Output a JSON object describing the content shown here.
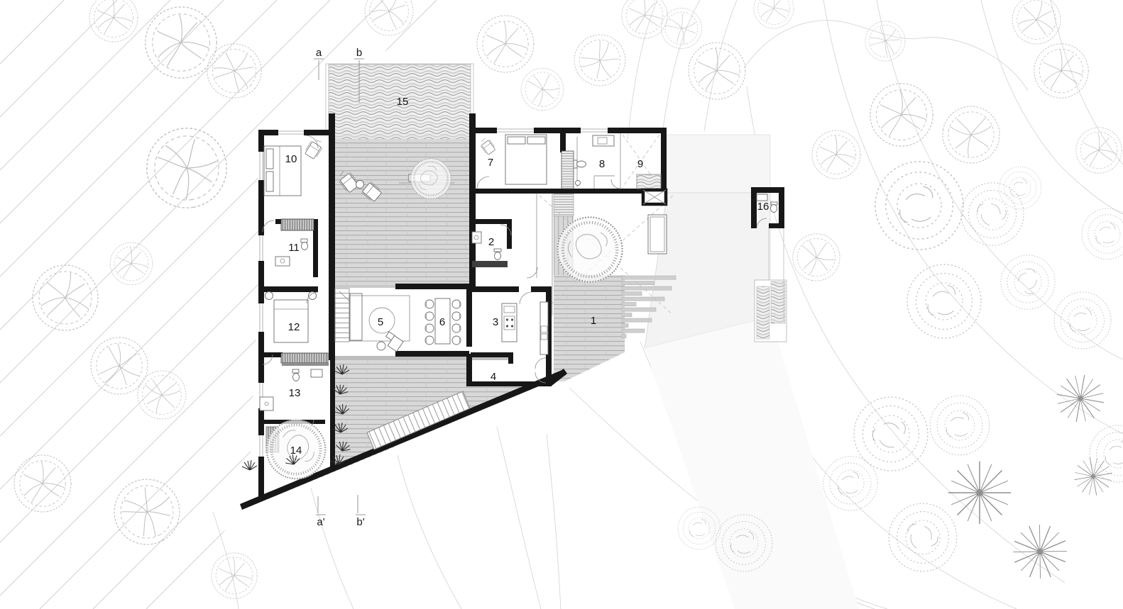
{
  "plan": {
    "room_labels": [
      {
        "id": "1",
        "label": "1"
      },
      {
        "id": "2",
        "label": "2"
      },
      {
        "id": "3",
        "label": "3"
      },
      {
        "id": "4",
        "label": "4"
      },
      {
        "id": "5",
        "label": "5"
      },
      {
        "id": "6",
        "label": "6"
      },
      {
        "id": "7",
        "label": "7"
      },
      {
        "id": "8",
        "label": "8"
      },
      {
        "id": "9",
        "label": "9"
      },
      {
        "id": "10",
        "label": "10"
      },
      {
        "id": "11",
        "label": "11"
      },
      {
        "id": "12",
        "label": "12"
      },
      {
        "id": "13",
        "label": "13"
      },
      {
        "id": "14",
        "label": "14"
      },
      {
        "id": "15",
        "label": "15"
      },
      {
        "id": "16",
        "label": "16"
      }
    ],
    "section_markers": [
      {
        "id": "a-top",
        "label": "a"
      },
      {
        "id": "b-top",
        "label": "b"
      },
      {
        "id": "a-bottom",
        "label": "a'"
      },
      {
        "id": "b-bottom",
        "label": "b'"
      }
    ],
    "colors": {
      "wall": "#171717",
      "deck": "#d8d8d8",
      "deck_line": "#a9a9a9",
      "pool_wave": "#9a9a9a",
      "terrace": "#f3f3f3",
      "contour": "#cbcbcb",
      "tree": "#bdbdbd",
      "label": "#151515"
    }
  }
}
